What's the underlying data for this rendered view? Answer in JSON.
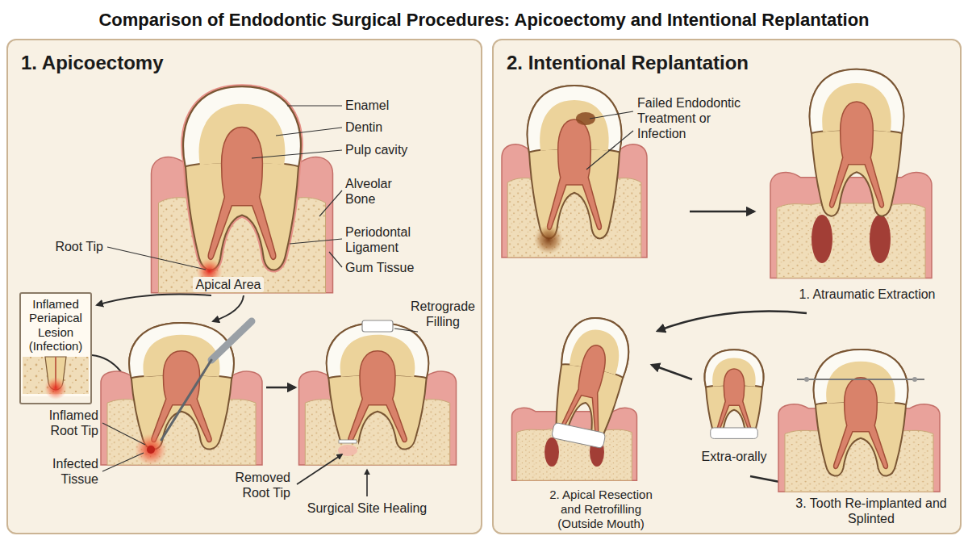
{
  "diagram": {
    "title": "Comparison of Endodontic Surgical Procedures: Apicoectomy and Intentional Replantation",
    "nodes": [
      {
        "text": [
          "1. Apicoectomy"
        ]
      },
      {
        "text": [
          "Inflamed Periapical Lesion (Infection)"
        ],
        "in": 0
      },
      {
        "text": [
          "2. Intentional Replantation"
        ]
      }
    ],
    "labels": [
      "Enamel",
      "Dentin",
      "Pulp cavity",
      "Alveolar Bone",
      "Periodontal Ligament",
      "Root Tip",
      "Gum Tissue",
      "Apical Area",
      "Retrograde Filling",
      "Inflamed Root Tip",
      "Infected Tissue",
      "Removed Root Tip",
      "Surgical Site Healing",
      "Failed Endodontic Treatment or Infection",
      "1. Atraumatic Extraction",
      "Extra-orally",
      "2. Apical Resection and Retrofilling (Outside Mouth)",
      "3. Tooth Re-implanted and Splinted"
    ]
  }
}
